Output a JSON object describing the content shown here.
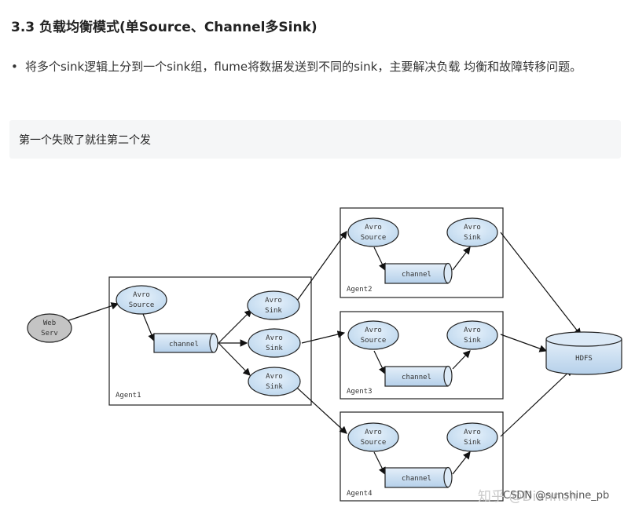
{
  "heading": "3.3 负载均衡模式(单Source、Channel多Sink)",
  "bullet": "将多个sink逻辑上分到一个sink组，flume将数据发送到不同的sink，主要解决负载 均衡和故障转移问题。",
  "note": "第一个失败了就往第二个发",
  "diagram": {
    "web_server": [
      "Web",
      "Serv"
    ],
    "avro_source": [
      "Avro",
      "Source"
    ],
    "avro_sink": [
      "Avro",
      "Sink"
    ],
    "channel": "channel",
    "hdfs": "HDFS",
    "agents": [
      "Agent1",
      "Agent2",
      "Agent3",
      "Agent4"
    ]
  },
  "watermark": {
    "zhihu": "知乎 @Diannon",
    "csdn": "CSDN @sunshine_pb"
  }
}
